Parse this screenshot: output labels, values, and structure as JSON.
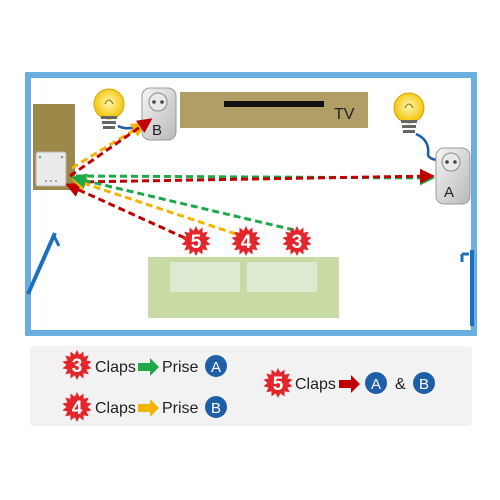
{
  "room": {
    "tv_label": "TV",
    "plug_b_label": "B",
    "plug_a_label": "A"
  },
  "bursts": {
    "five": "5",
    "four": "4",
    "three": "3"
  },
  "legend": {
    "row1": {
      "num": "3",
      "claps": "Claps",
      "prise": "Prise",
      "target": "A"
    },
    "row2": {
      "num": "4",
      "claps": "Claps",
      "prise": "Prise",
      "target": "B"
    },
    "row3": {
      "num": "5",
      "claps": "Claps",
      "target_a": "A",
      "amp": "&",
      "target_b": "B"
    }
  },
  "colors": {
    "wall": "#6aaee0",
    "cabinet": "#9c8848",
    "tv_stand": "#b19e66",
    "sofa": "#c9dba4",
    "cushion": "#deead0",
    "green": "#1ea84a",
    "yellow": "#f5b400",
    "red": "#c00000",
    "circle_blue": "#1f5fa8",
    "burst_red": "#e3262b"
  }
}
